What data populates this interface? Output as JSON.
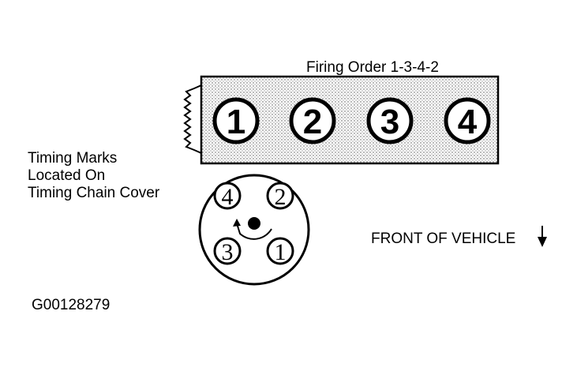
{
  "firing_order_label": "Firing Order 1-3-4-2",
  "timing_marks": {
    "line1": "Timing Marks",
    "line2": "Located On",
    "line3": "Timing Chain Cover"
  },
  "front_label": "FRONT OF VEHICLE",
  "figure_id": "G00128279",
  "cylinders": [
    "1",
    "2",
    "3",
    "4"
  ],
  "distributor_terminals": {
    "top_left": "4",
    "top_right": "2",
    "bottom_left": "3",
    "bottom_right": "1"
  }
}
